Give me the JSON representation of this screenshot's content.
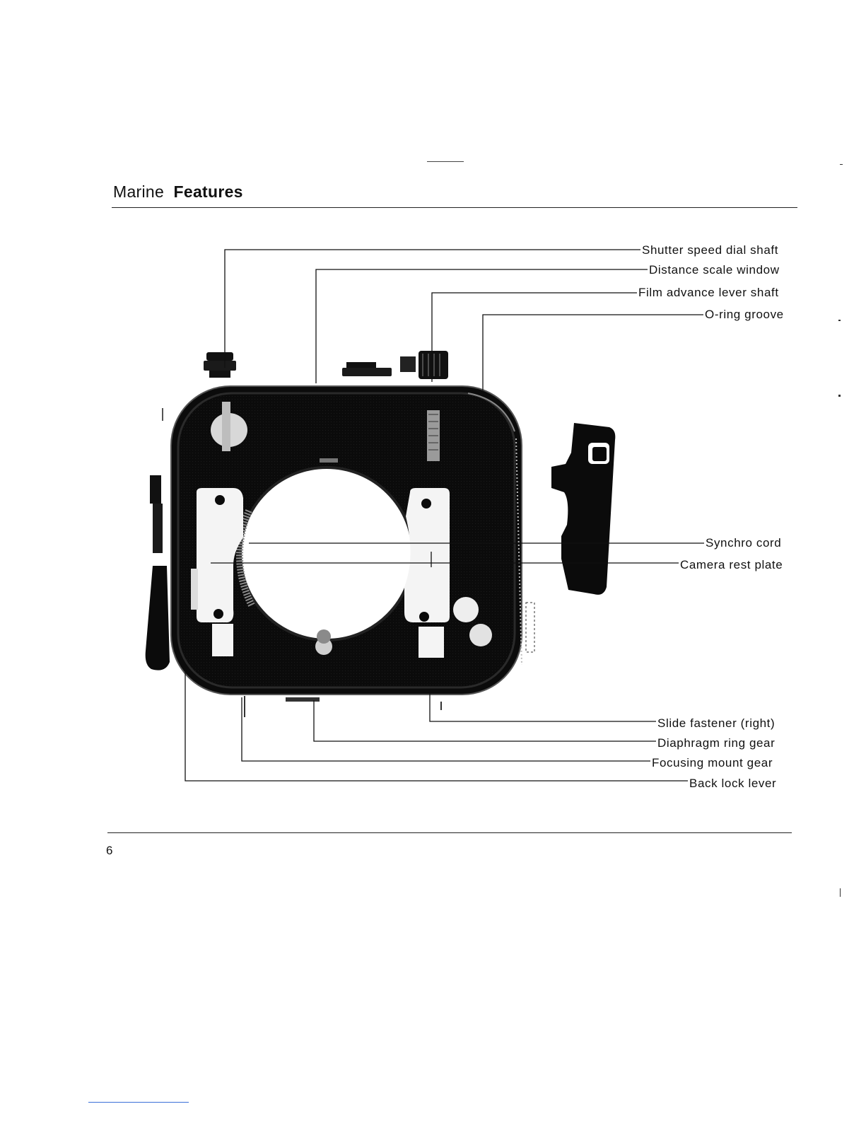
{
  "header": {
    "title_part1": "Marine",
    "title_part2": "Features"
  },
  "callouts": {
    "shutter_speed_dial_shaft": "Shutter speed dial shaft",
    "distance_scale_window": "Distance scale window",
    "film_advance_lever_shaft": "Film advance lever shaft",
    "o_ring_groove": "O-ring groove",
    "synchro_cord": "Synchro cord",
    "camera_rest_plate": "Camera rest plate",
    "slide_fastener_right": "Slide fastener (right)",
    "diaphragm_ring_gear": "Diaphragm ring gear",
    "focusing_mount_gear": "Focusing mount gear",
    "back_lock_lever": "Back lock lever"
  },
  "footer": {
    "page_number": "6"
  },
  "colors": {
    "housing_body": "#0b0b0b",
    "plate": "#f4f4f4",
    "ink": "#111111"
  }
}
